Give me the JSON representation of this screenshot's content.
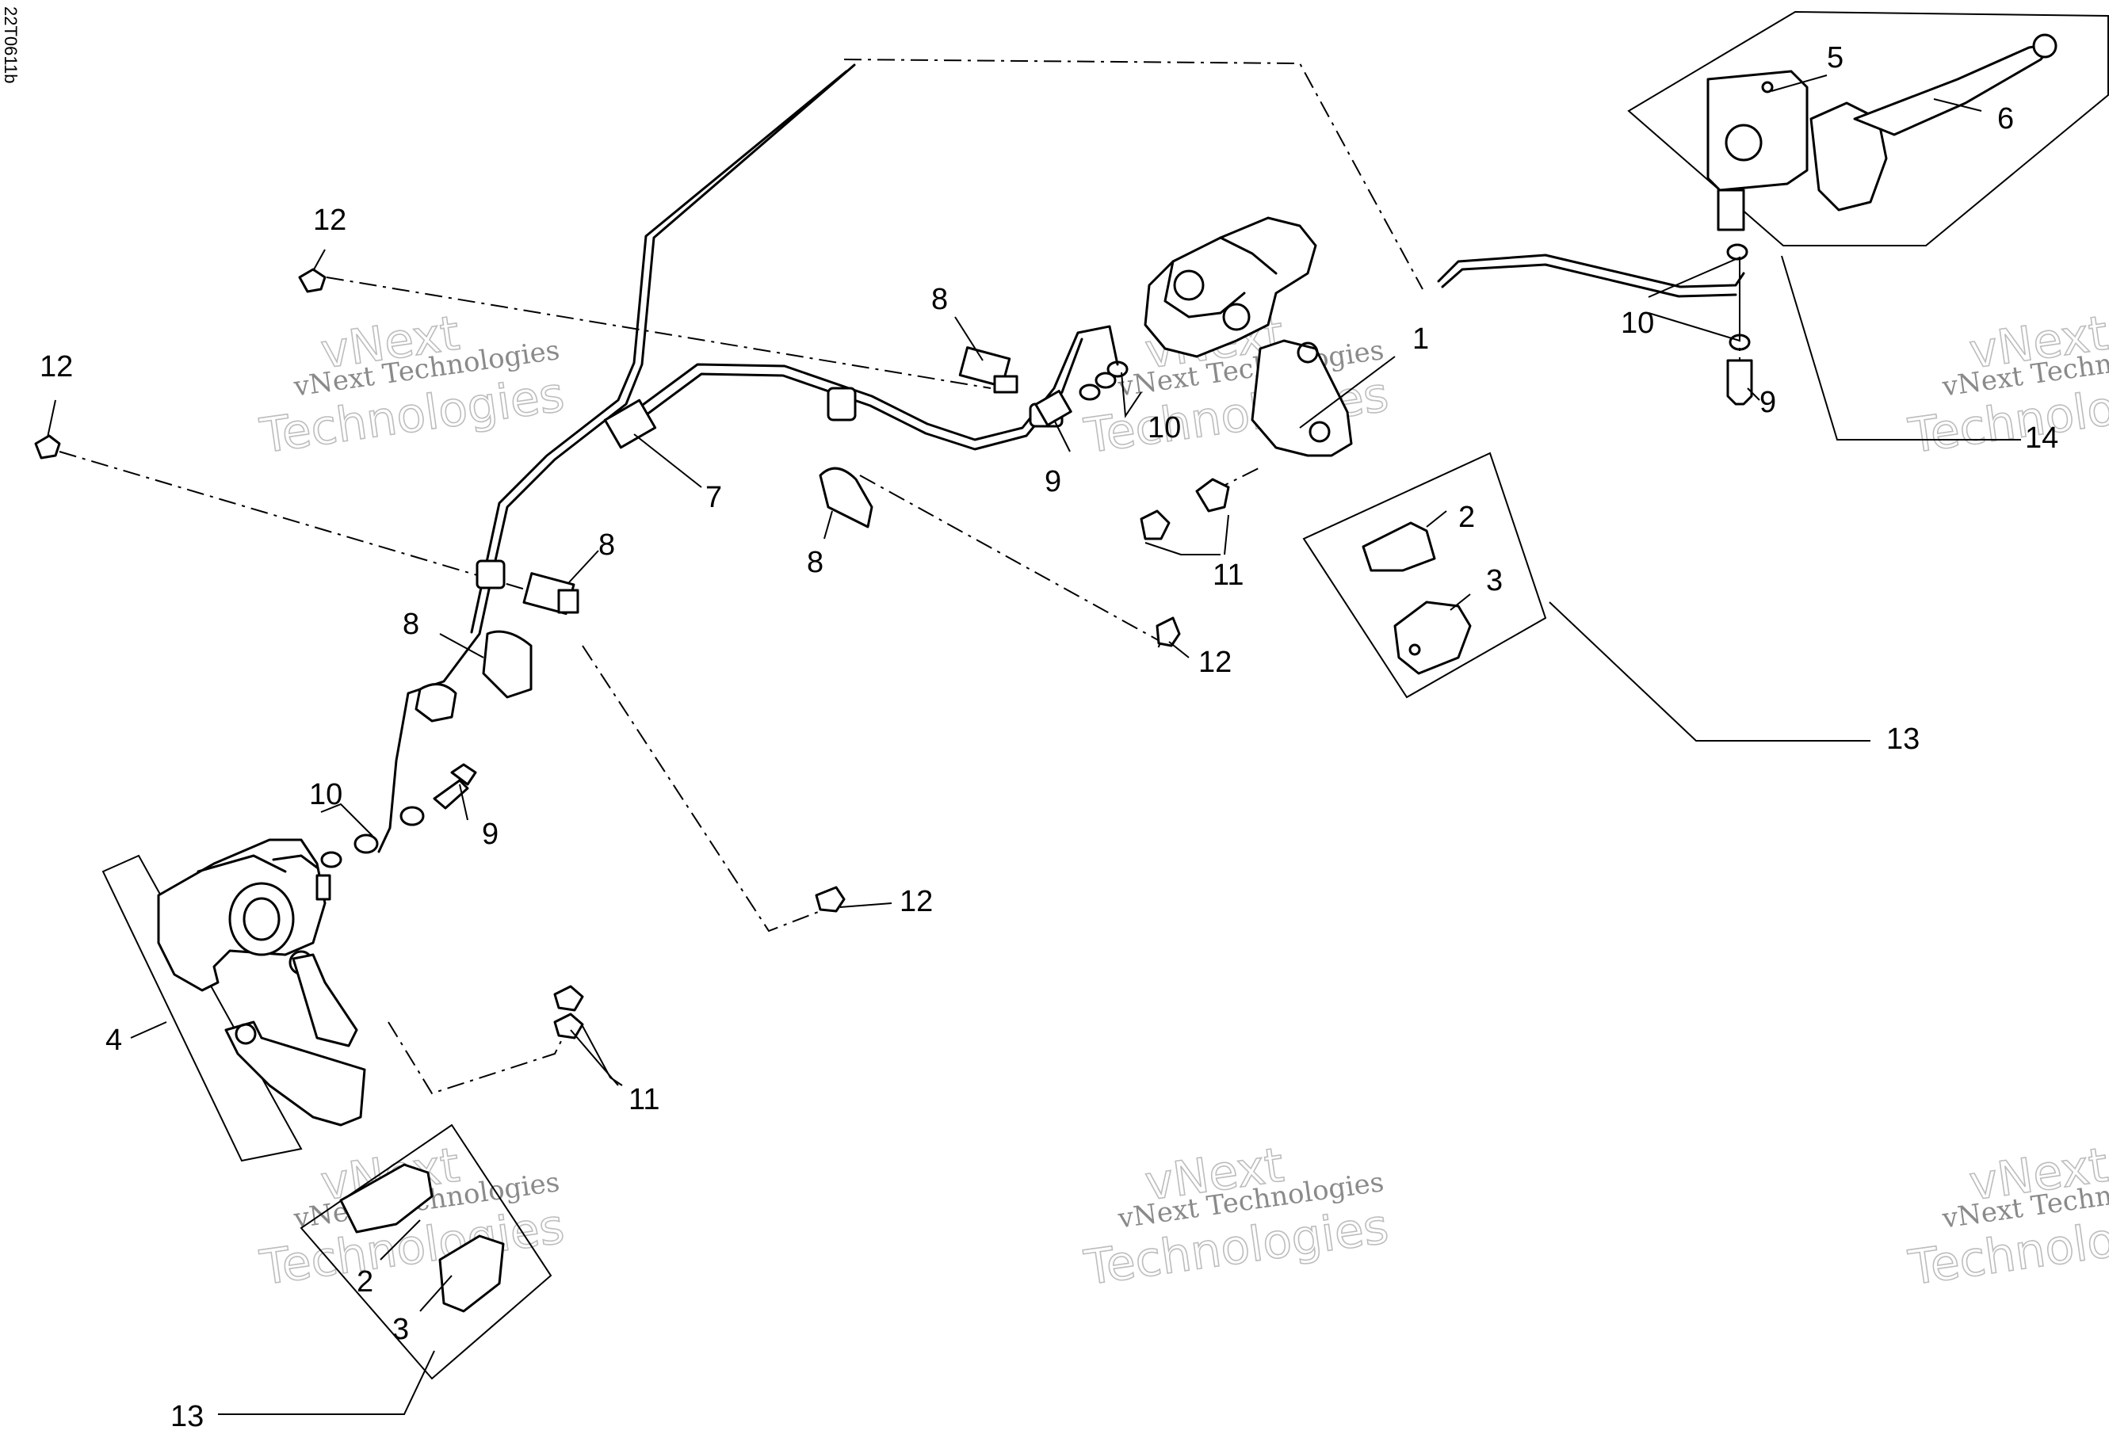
{
  "diagram": {
    "drawing_code": "22T0611b",
    "watermark": {
      "line1": "vNext Technologies",
      "line2": "vNext",
      "line3": "Technologies"
    },
    "callouts": {
      "c1": "1",
      "c2a": "2",
      "c2b": "2",
      "c3a": "3",
      "c3b": "3",
      "c4": "4",
      "c5": "5",
      "c6": "6",
      "c7": "7",
      "c8a": "8",
      "c8b": "8",
      "c8c": "8",
      "c8d": "8",
      "c9a": "9",
      "c9b": "9",
      "c9c": "9",
      "c10a": "10",
      "c10b": "10",
      "c10c": "10",
      "c11a": "11",
      "c11b": "11",
      "c12a": "12",
      "c12b": "12",
      "c12c": "12",
      "c12d": "12",
      "c13a": "13",
      "c13b": "13",
      "c14": "14"
    }
  }
}
